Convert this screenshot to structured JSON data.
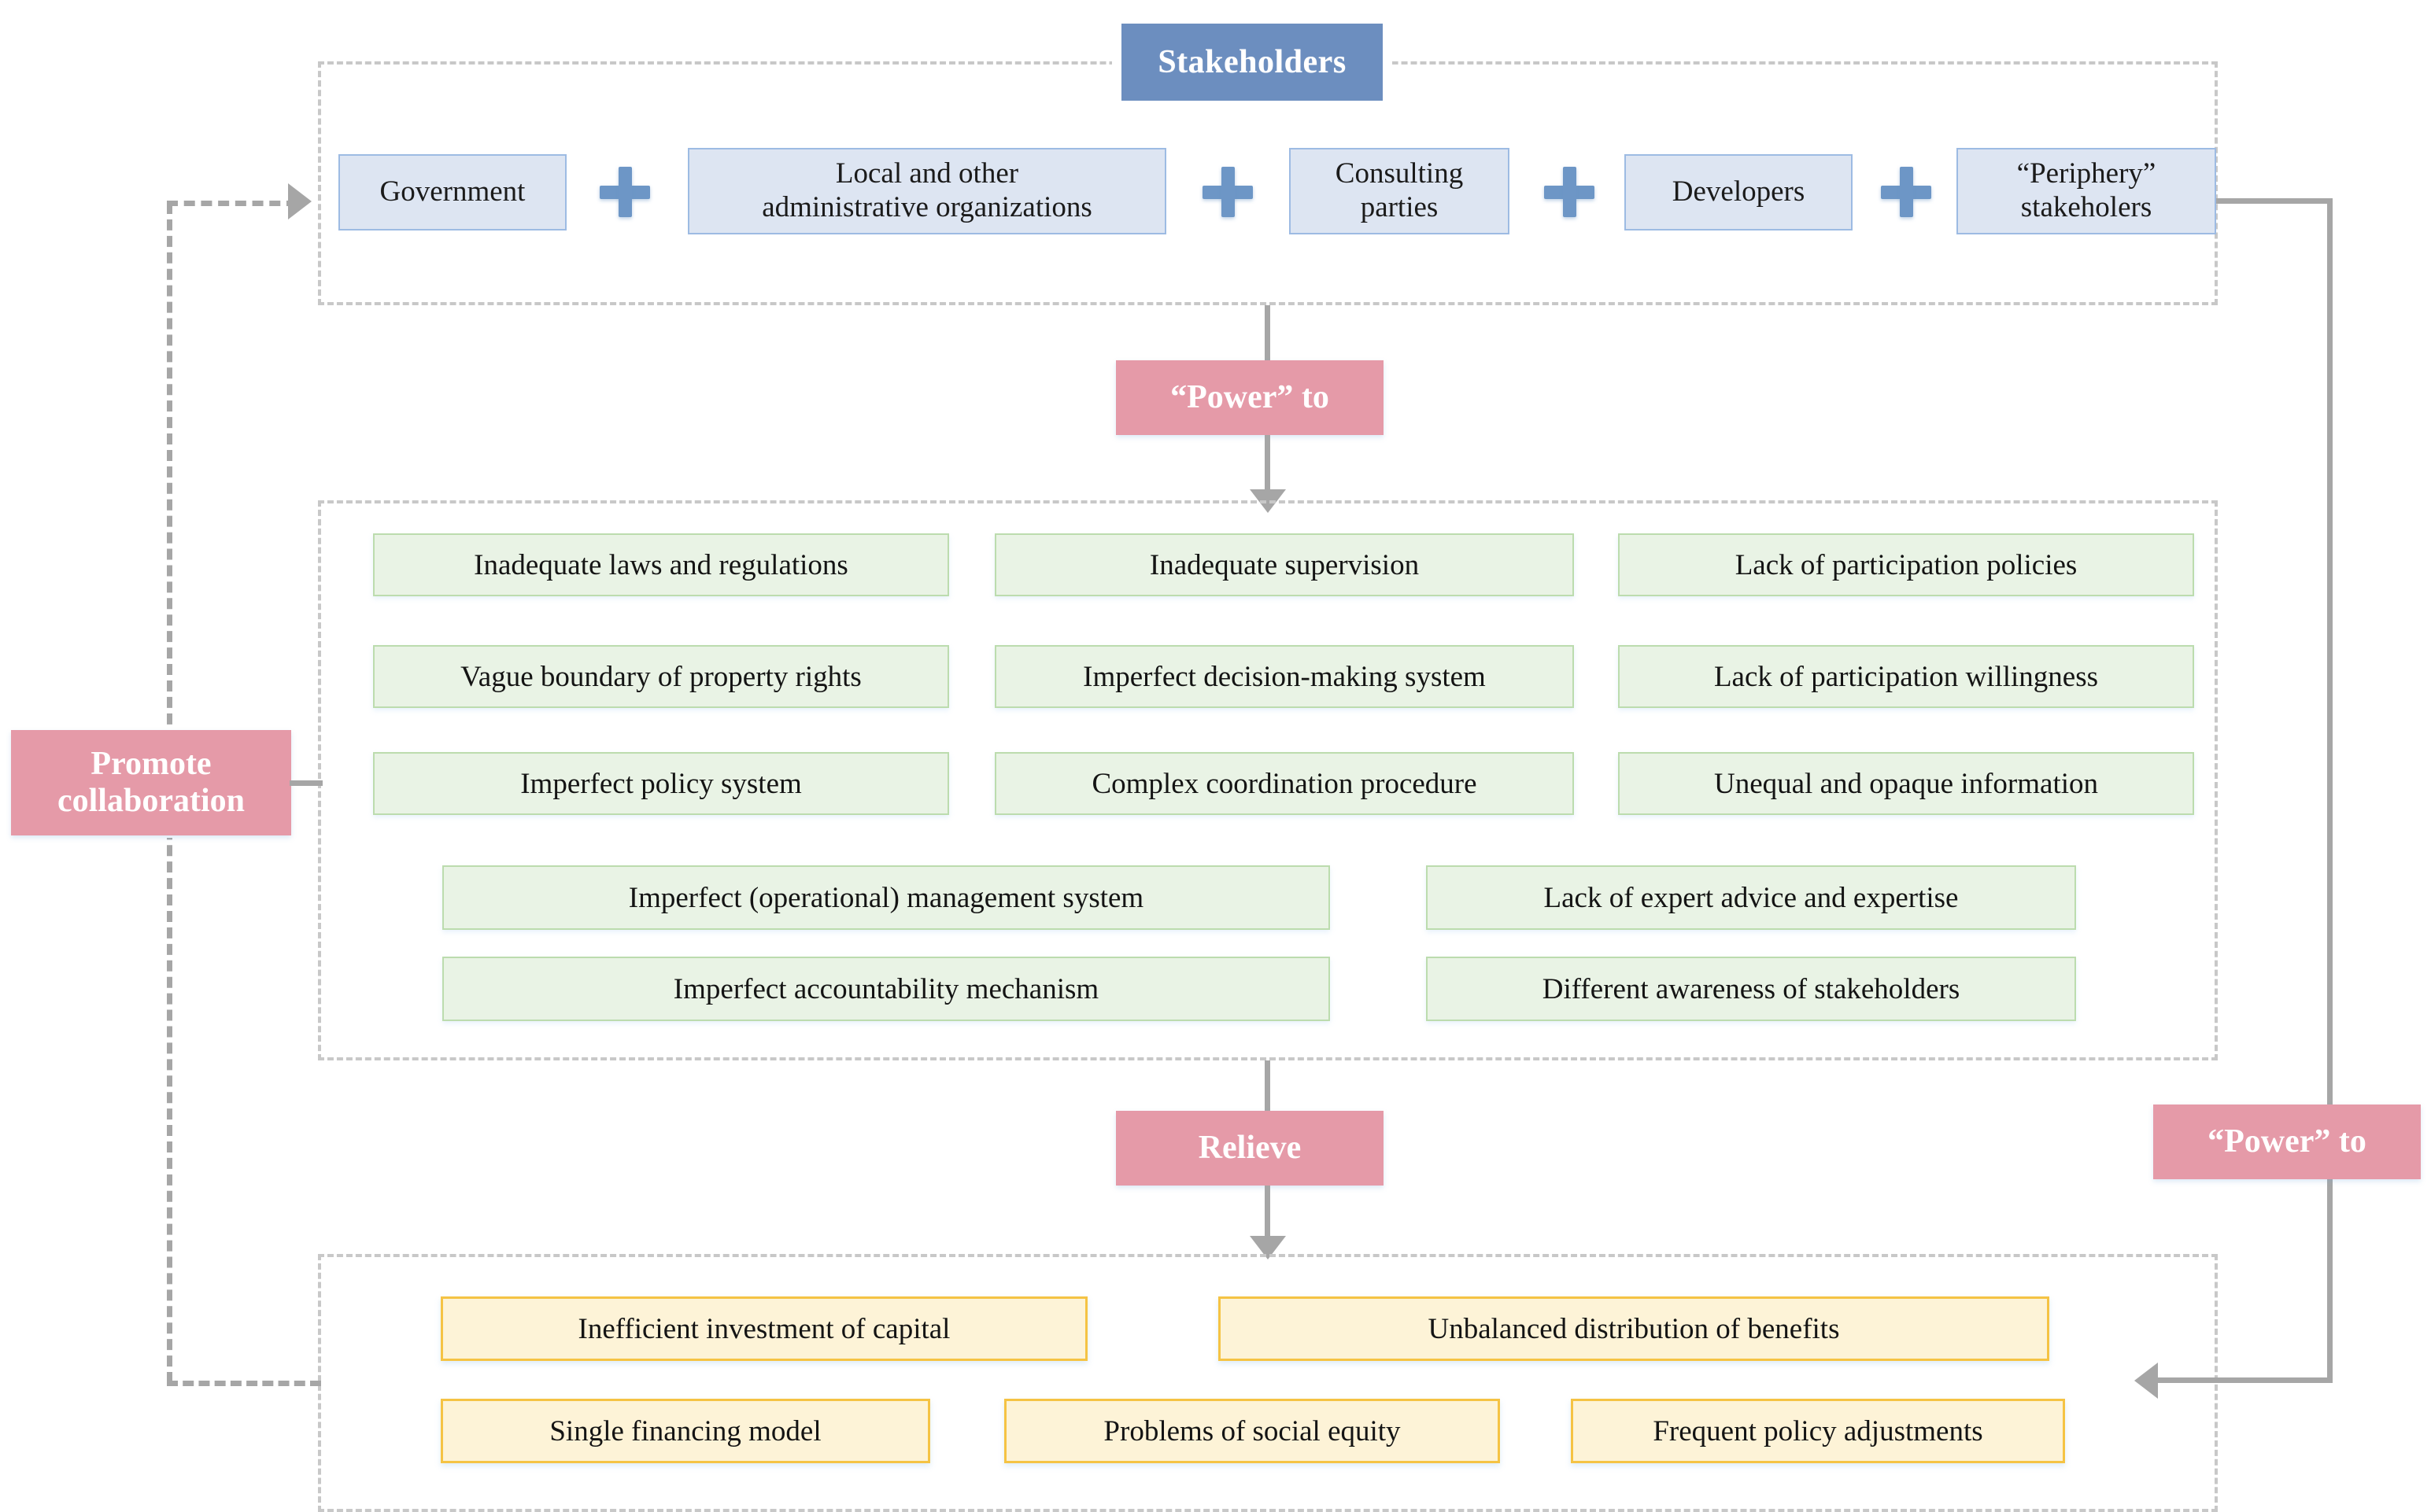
{
  "diagram": {
    "title": "Stakeholders",
    "header": {
      "label": "Stakeholders"
    },
    "connectors": {
      "power_to_top": "“Power”  to",
      "power_to_right": "“Power”  to",
      "relieve": "Relieve",
      "promote_collaboration": "Promote\ncollaboration",
      "promote_collaboration_line1": "Promote",
      "promote_collaboration_line2": "collaboration"
    },
    "stakeholders": {
      "separator": "+",
      "items": [
        {
          "label": "Government"
        },
        {
          "label": "Local and other\nadministrative organizations",
          "line1": "Local and other",
          "line2": "administrative organizations"
        },
        {
          "label": "Consulting\nparties",
          "line1": "Consulting",
          "line2": "parties"
        },
        {
          "label": "Developers"
        },
        {
          "label": "“Periphery”\nstakeholers",
          "line1": "“Periphery”",
          "line2": "stakeholers"
        }
      ]
    },
    "problems_green": {
      "col1": [
        {
          "label": "Inadequate laws and regulations"
        },
        {
          "label": "Vague boundary of property rights"
        },
        {
          "label": "Imperfect policy system"
        }
      ],
      "col2": [
        {
          "label": "Inadequate supervision"
        },
        {
          "label": "Imperfect decision-making system"
        },
        {
          "label": "Complex coordination procedure"
        }
      ],
      "col3": [
        {
          "label": "Lack of participation policies"
        },
        {
          "label": "Lack of participation willingness"
        },
        {
          "label": "Unequal and opaque information"
        }
      ],
      "wide_left": [
        {
          "label": "Imperfect (operational) management system"
        },
        {
          "label": "Imperfect accountability mechanism"
        }
      ],
      "wide_right": [
        {
          "label": "Lack of expert advice and expertise"
        },
        {
          "label": "Different awareness of  stakeholders"
        }
      ]
    },
    "problems_yellow": {
      "row1": [
        {
          "label": "Inefficient investment of capital"
        },
        {
          "label": "Unbalanced distribution of benefits"
        }
      ],
      "row2": [
        {
          "label": "Single financing model"
        },
        {
          "label": "Problems of social equity"
        },
        {
          "label": "Frequent policy adjustments"
        }
      ]
    },
    "colors": {
      "header_blue": "#6c8ebf",
      "stakeholder_fill": "#dde5f2",
      "stakeholder_border": "#9dbbe3",
      "plus_blue": "#6d96c6",
      "pink": "#e59aa8",
      "green_fill": "#e9f3e5",
      "green_border": "#bcdcae",
      "yellow_fill": "#fdf3d7",
      "yellow_border": "#f5c344",
      "connector_grey": "#a6a6a6",
      "dashed_grey": "#c8c8c8"
    }
  }
}
